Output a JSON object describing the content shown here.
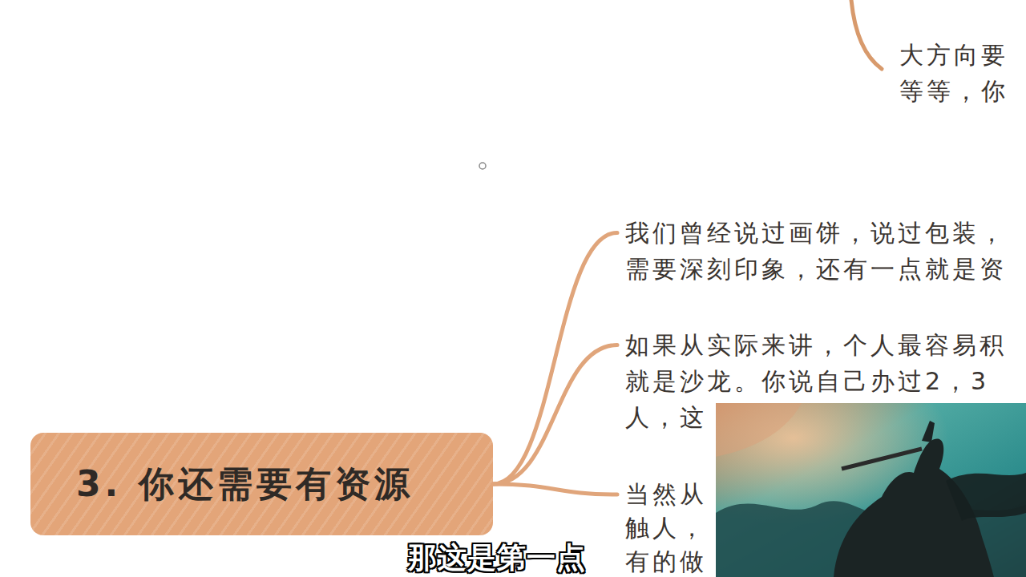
{
  "diagram": {
    "nodes": [
      {
        "text": [
          "3. 你还需要有资源"
        ]
      },
      {
        "text": [
          "我们曾经说过画饼，说过包装， 需要深刻印象，还有一点就是资"
        ]
      },
      {
        "text": [
          "如果从实际来讲，个人最容易积 就是沙龙。你说自己办过2，3 人，这"
        ]
      },
      {
        "text": [
          "当然从 触人， 有的做"
        ]
      }
    ],
    "edges": [
      {
        "from": 0,
        "to": 1,
        "arrow": "none"
      },
      {
        "from": 0,
        "to": 2,
        "arrow": "none"
      },
      {
        "from": 0,
        "to": 3,
        "arrow": "none"
      }
    ],
    "labels": [
      "大方向要 等等，你",
      "那这是第一点"
    ]
  }
}
